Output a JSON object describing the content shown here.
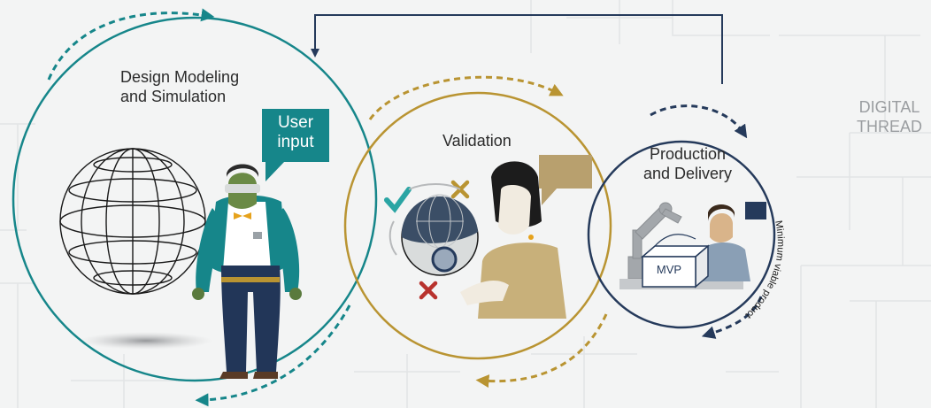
{
  "stages": {
    "design": {
      "line1": "Design Modeling",
      "line2": "and Simulation"
    },
    "validation": {
      "title": "Validation"
    },
    "production": {
      "line1": "Production",
      "line2": "and Delivery"
    }
  },
  "bubble": {
    "line1": "User",
    "line2": "input"
  },
  "box_label": "MVP",
  "arc_label": "Minimum viable product",
  "side": {
    "line1": "DIGITAL",
    "line2": "THREAD"
  },
  "colors": {
    "teal": "#16868a",
    "gold": "#b99432",
    "navy": "#253a5b",
    "tan": "#b8a06e",
    "red": "#b8322d"
  }
}
